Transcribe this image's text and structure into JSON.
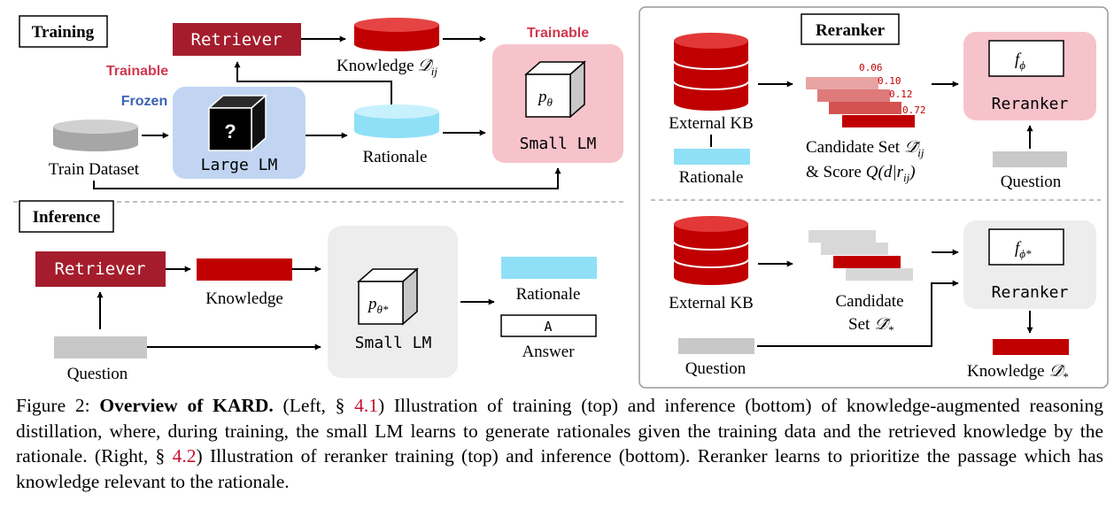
{
  "left": {
    "training": {
      "section_label": "Training",
      "retriever_label": "Retriever",
      "retriever_status": "Trainable",
      "knowledge_label": "Knowledge",
      "knowledge_math": "𝒟̂",
      "knowledge_sub": "ij",
      "lm_status_frozen": "Frozen",
      "large_lm_label": "Large LM",
      "large_lm_glyph": "?",
      "rationale_label": "Rationale",
      "small_lm_status": "Trainable",
      "small_lm_param": "p",
      "small_lm_param_sub": "θ",
      "small_lm_label": "Small LM",
      "dataset_label": "Train Dataset"
    },
    "inference": {
      "section_label": "Inference",
      "retriever_label": "Retriever",
      "knowledge_label": "Knowledge",
      "question_label": "Question",
      "small_lm_param": "p",
      "small_lm_param_sub": "θ*",
      "small_lm_label": "Small LM",
      "rationale_label": "Rationale",
      "answer_value": "A",
      "answer_label": "Answer"
    }
  },
  "right": {
    "reranker_training": {
      "section_label": "Reranker",
      "kb_label": "External KB",
      "rationale_label": "Rationale",
      "scores": [
        "0.06",
        "0.10",
        "0.12",
        "0.72"
      ],
      "candidate_line1": "Candidate Set",
      "candidate_math": "𝒟̃",
      "candidate_sub": "ij",
      "score_line2_prefix": "& Score",
      "score_math": "Q(d|r",
      "score_sub": "ij",
      "score_close": ")",
      "reranker_param": "f",
      "reranker_param_sub": "ϕ",
      "reranker_label": "Reranker",
      "question_label": "Question"
    },
    "reranker_inference": {
      "kb_label": "External KB",
      "question_label": "Question",
      "candidate_line1": "Candidate",
      "candidate_line2": "Set",
      "candidate_math": "𝒟̃",
      "candidate_sub": "*",
      "reranker_param": "f",
      "reranker_param_sub": "ϕ*",
      "reranker_label": "Reranker",
      "knowledge_label": "Knowledge",
      "knowledge_math": "𝒟̂",
      "knowledge_sub": "*"
    }
  },
  "caption": {
    "fig_label": "Figure 2:",
    "title": "Overview of KARD.",
    "part1": "(Left, §",
    "ref1": "4.1",
    "part2": ") Illustration of training (top) and inference (bottom) of knowledge-augmented reasoning distillation, where, during training, the small LM learns to generate rationales given the training data and the retrieved knowledge by the rationale. (Right, §",
    "ref2": "4.2",
    "part3": ") Illustration of reranker training (top) and inference (bottom). Reranker learns to prioritize the passage which has knowledge relevant to the rationale."
  },
  "colors": {
    "retriever": "#a51d2d",
    "knowledge_red": "#c00000",
    "rationale_blue": "#8fe0f7",
    "frozen_blue": "#c1d5f3",
    "trainable_pink": "#f7c3cb",
    "inactive_gray": "#ededed",
    "trainable_text": "#d0384f",
    "frozen_text": "#3a62b5"
  }
}
